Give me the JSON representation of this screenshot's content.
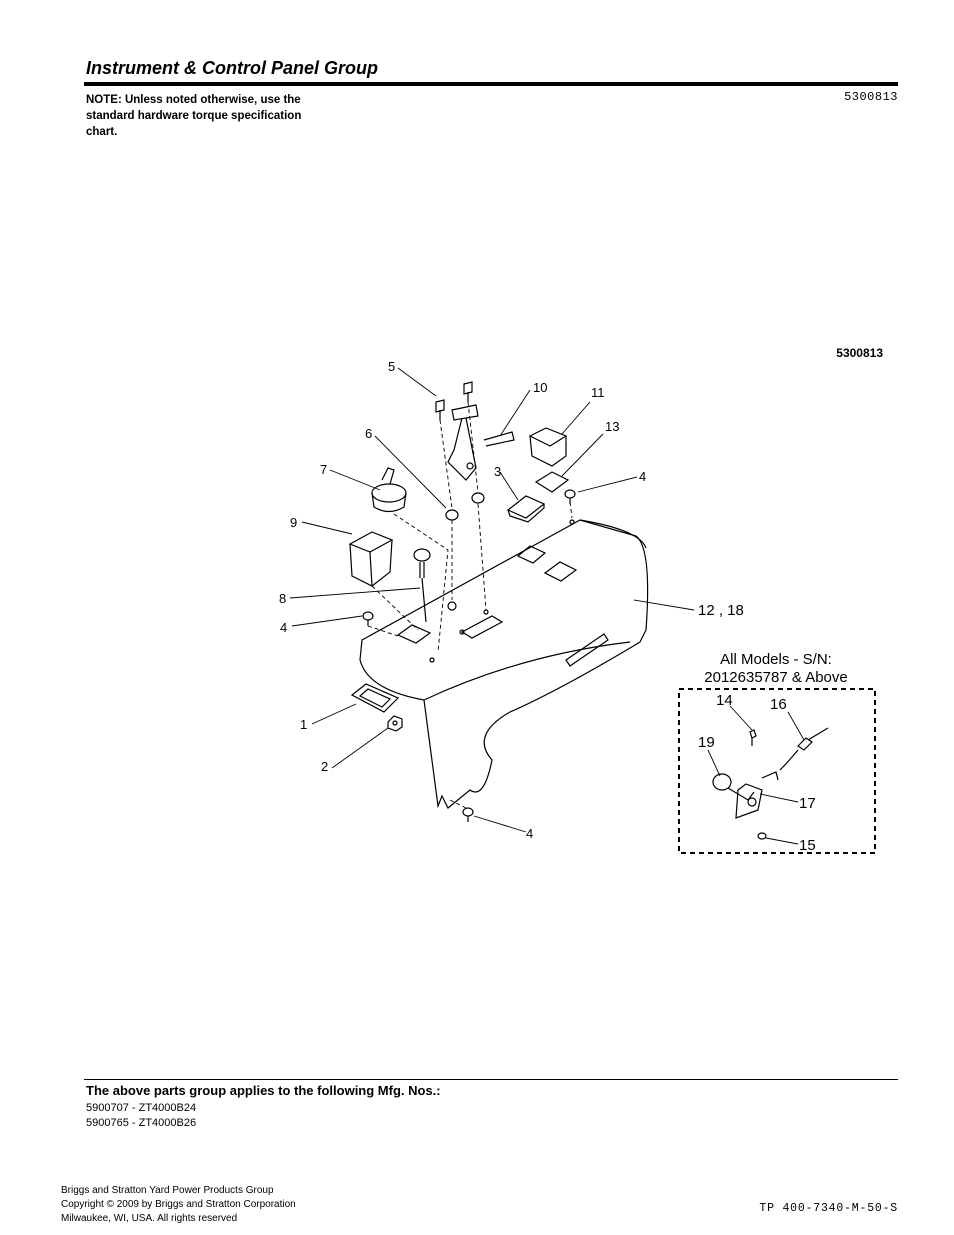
{
  "header": {
    "title": "Instrument & Control Panel Group",
    "note": "NOTE: Unless noted otherwise, use the standard hardware torque specification chart.",
    "part_code": "5300813"
  },
  "figure": {
    "code": "5300813",
    "callouts": [
      "5",
      "10",
      "11",
      "6",
      "13",
      "7",
      "3",
      "4",
      "9",
      "8",
      "12 , 18",
      "4",
      "1",
      "2",
      "4"
    ],
    "inset": {
      "caption_line1": "All Models - S/N:",
      "caption_line2": "2012635787 & Above",
      "callouts": [
        "14",
        "16",
        "19",
        "17",
        "15"
      ]
    }
  },
  "applies": {
    "heading": "The above parts group applies to the following Mfg. Nos.:",
    "items": [
      "5900707 - ZT4000B24",
      "5900765 - ZT4000B26"
    ]
  },
  "footer": {
    "lines": [
      "Briggs and Stratton Yard Power Products Group",
      "Copyright ©  2009 by Briggs and Stratton Corporation",
      "Milwaukee, WI, USA. All rights reserved"
    ],
    "doc_number": "TP 400-7340-M-50-S"
  }
}
